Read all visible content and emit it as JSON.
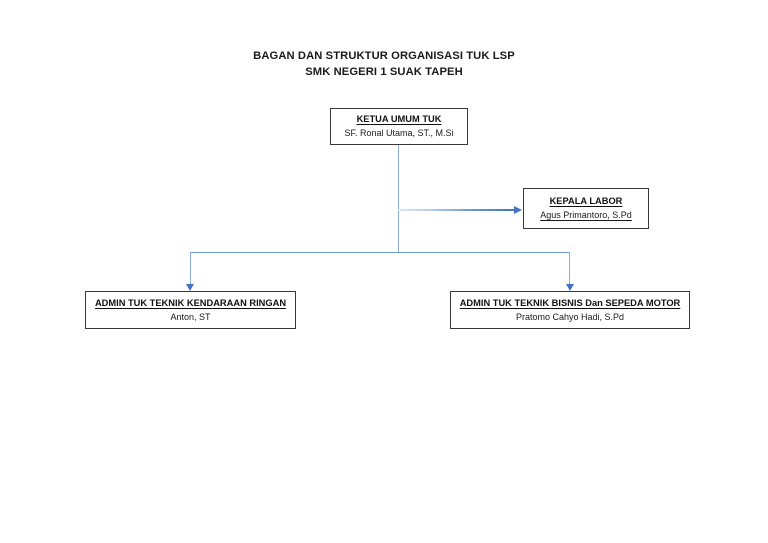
{
  "document": {
    "title_line_1": "BAGAN DAN STRUKTUR ORGANISASI TUK LSP",
    "title_line_2": "SMK NEGERI 1 SUAK TAPEH"
  },
  "colors": {
    "box_border": "#3b3838",
    "connector": "#8faadc",
    "arrow_head": "#4472c4",
    "text": "#111111",
    "background": "#ffffff"
  },
  "chart_data": {
    "type": "diagram",
    "subtype": "organizational-chart",
    "orientation": "top-down",
    "title": "BAGAN DAN STRUKTUR ORGANISASI TUK LSP SMK NEGERI 1 SUAK TAPEH",
    "nodes": [
      {
        "id": "ketua-umum-tuk",
        "role": "KETUA UMUM TUK",
        "person": "SF. Ronal Utama, ST., M.Si",
        "level": 0,
        "role_underlined": true,
        "person_underlined": false
      },
      {
        "id": "kepala-labor",
        "role": "KEPALA LABOR",
        "person": "Agus Primantoro, S.Pd",
        "level": 1,
        "role_underlined": true,
        "person_underlined": true
      },
      {
        "id": "admin-tuk-teknik-kendaraan-ringan",
        "role": "ADMIN TUK TEKNIK KENDARAAN RINGAN",
        "person": "Anton, ST",
        "level": 2,
        "role_underlined": true,
        "person_underlined": false
      },
      {
        "id": "admin-tuk-teknik-bisnis-dan-sepeda-motor",
        "role": "ADMIN TUK TEKNIK BISNIS Dan SEPEDA MOTOR",
        "person": "Pratomo Cahyo Hadi, S.Pd",
        "level": 2,
        "role_underlined": true,
        "person_underlined": false
      }
    ],
    "edges": [
      {
        "from": "ketua-umum-tuk",
        "to": "kepala-labor",
        "style": "elbow-right-arrow"
      },
      {
        "from": "ketua-umum-tuk",
        "to": "admin-tuk-teknik-kendaraan-ringan",
        "style": "elbow-down-arrow"
      },
      {
        "from": "ketua-umum-tuk",
        "to": "admin-tuk-teknik-bisnis-dan-sepeda-motor",
        "style": "elbow-down-arrow"
      }
    ]
  }
}
